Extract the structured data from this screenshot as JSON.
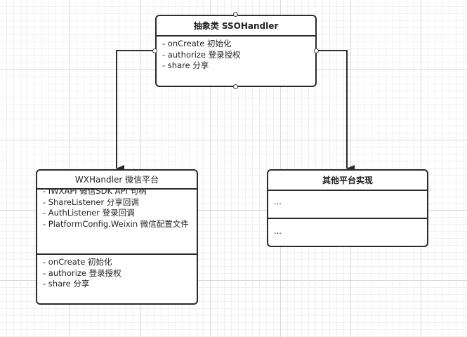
{
  "abstract_class": {
    "title": "抽象类 SSOHandler",
    "methods": [
      "- onCreate 初始化",
      "- authorize 登录授权",
      "- share 分享"
    ]
  },
  "wx_class": {
    "title": "WXHandler 微信平台",
    "fields": [
      "- IWXAPI 微信SDK API 句柄",
      "- ShareListener 分享回调",
      "- AuthListener 登录回调",
      "- PlatformConfig.Weixin 微信配置文件"
    ],
    "methods": [
      "- onCreate 初始化",
      "- authorize 登录授权",
      "- share 分享"
    ]
  },
  "other_class": {
    "title": "其他平台实现",
    "fields": [
      "..."
    ],
    "methods": [
      "..."
    ]
  },
  "colors": {
    "stroke": "#2b2b2b",
    "grid": "#d8d8d8"
  }
}
